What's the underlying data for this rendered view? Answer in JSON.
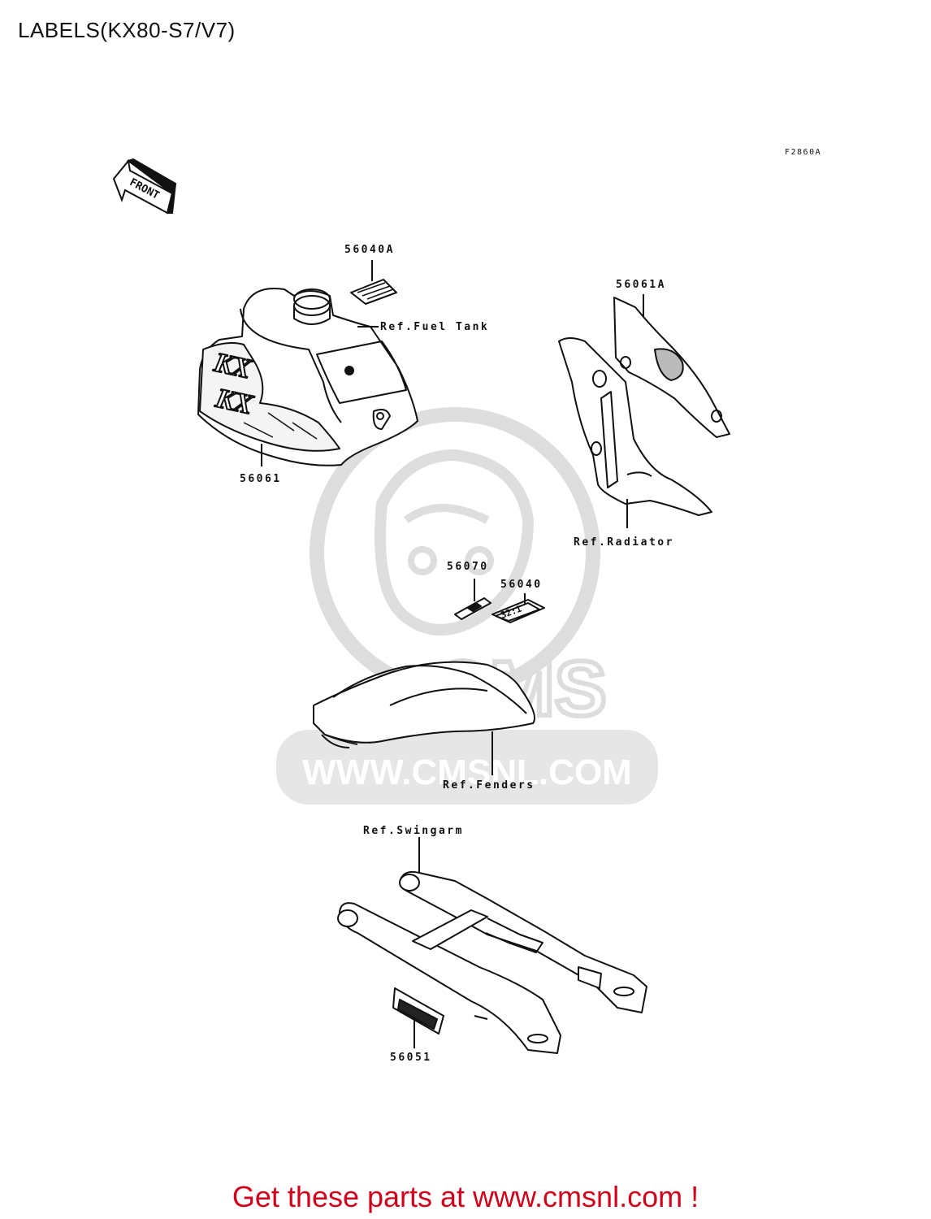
{
  "page": {
    "title": "LABELS(KX80-S7/V7)",
    "figure_code": "F2860A",
    "footer": "Get these parts at www.cmsnl.com !"
  },
  "watermark": {
    "text": "WWW.CMSNL.COM",
    "logo_text": "CMS"
  },
  "direction_marker": {
    "text": "FRONT"
  },
  "callouts": {
    "p56040A": "56040A",
    "ref_fuel_tank": "Ref.Fuel Tank",
    "p56061": "56061",
    "p56061A": "56061A",
    "ref_radiator": "Ref.Radiator",
    "p56070": "56070",
    "p56040": "56040",
    "ref_fenders": "Ref.Fenders",
    "ref_swingarm": "Ref.Swingarm",
    "p56051": "56051"
  },
  "colors": {
    "footer": "#d0021b",
    "line": "#111111",
    "watermark": "#dcdcdc"
  }
}
